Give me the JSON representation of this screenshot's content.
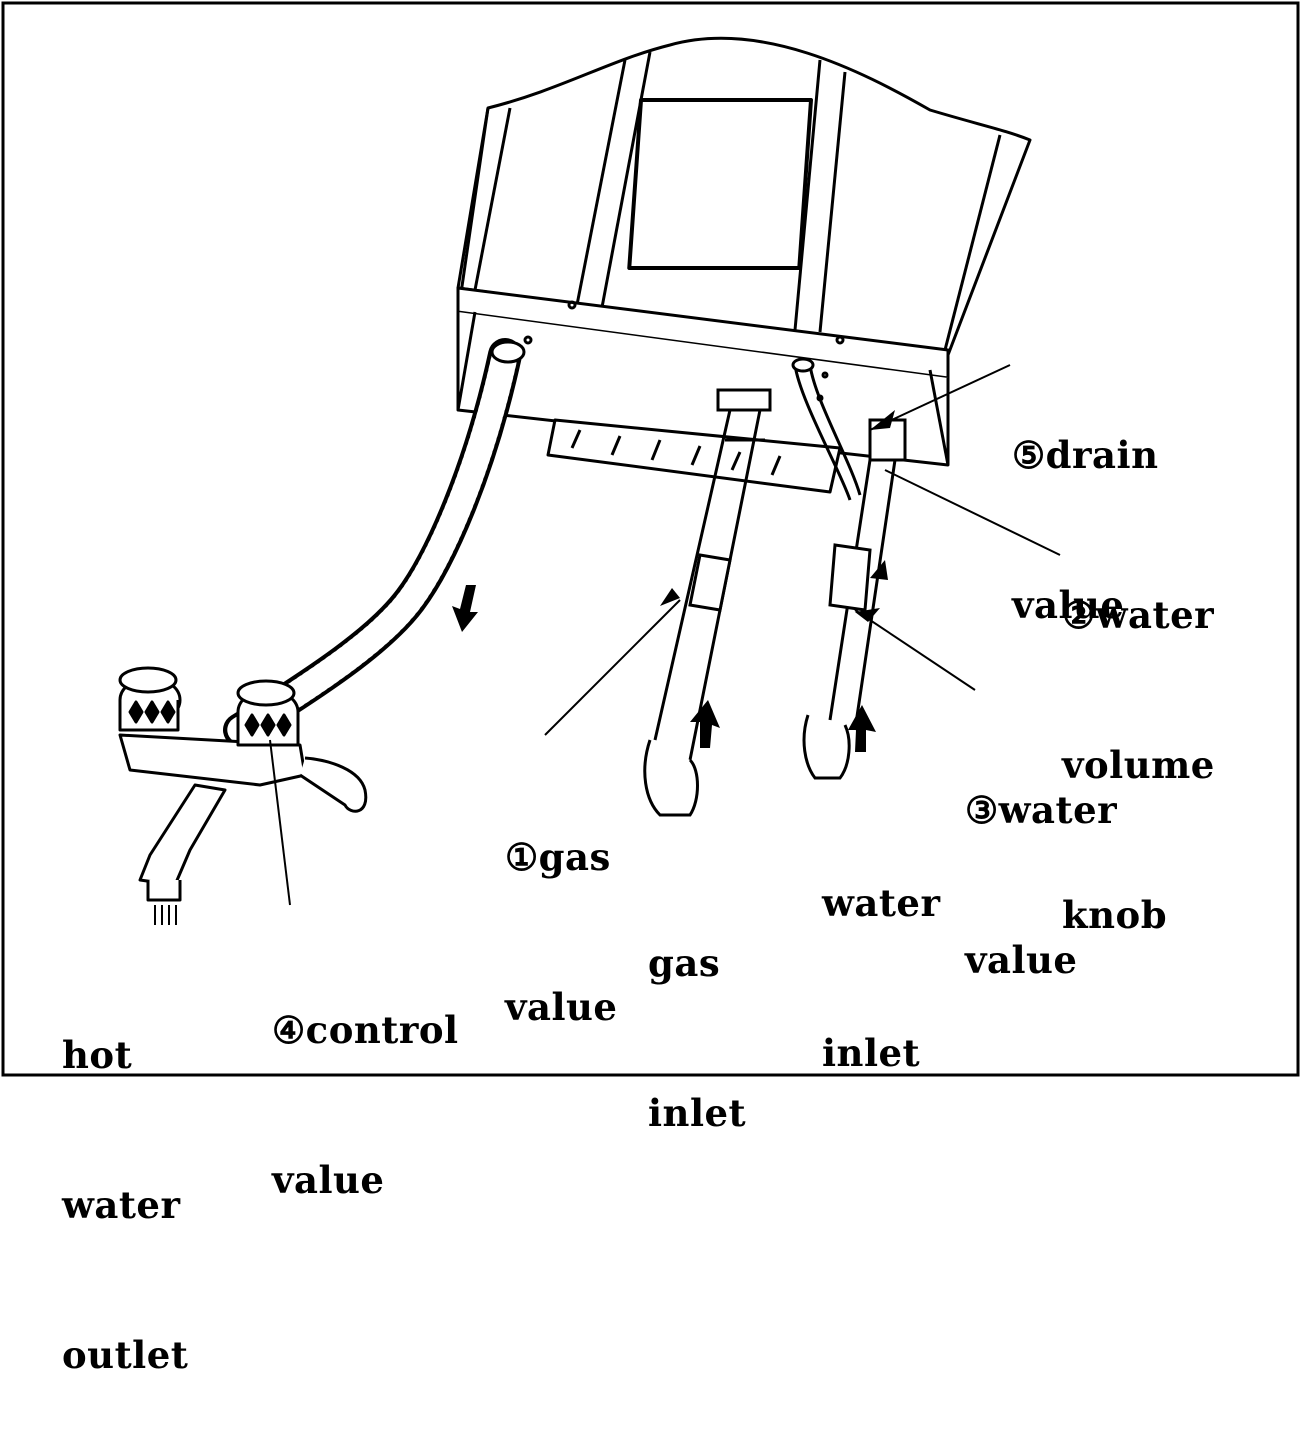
{
  "labels": {
    "drain_valve": {
      "line1": "⑤drain",
      "line2": "value"
    },
    "water_volume_knob": {
      "line1": "②water",
      "line2": "volume",
      "line3": "knob"
    },
    "water_valve": {
      "line1": "③water",
      "line2": "value"
    },
    "gas_valve": {
      "line1": "①gas",
      "line2": "value"
    },
    "water_inlet": {
      "line1": "water",
      "line2": "inlet"
    },
    "gas_inlet": {
      "line1": "gas",
      "line2": "inlet"
    },
    "control_valve": {
      "line1": "④control",
      "line2": "value"
    },
    "hot_water_outlet": {
      "line1": "hot",
      "line2": "water",
      "line3": "outlet"
    }
  }
}
